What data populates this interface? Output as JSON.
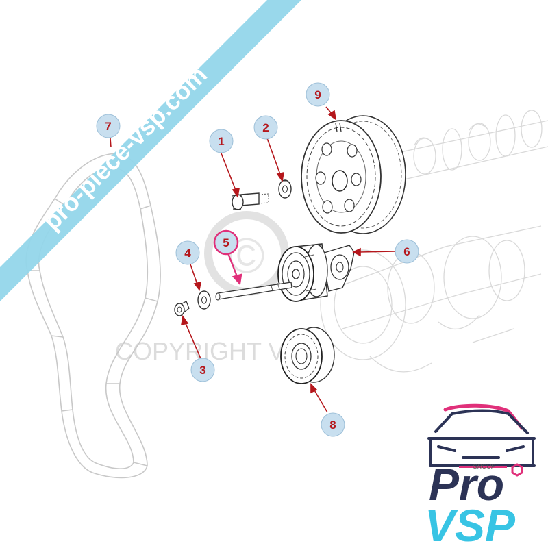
{
  "banner": {
    "text": "pro-piece-vsp.com",
    "color": "#93d6ea"
  },
  "watermark": {
    "text": "COPYRIGHT VSP",
    "symbol": "©"
  },
  "logo": {
    "group_text": "GROUP",
    "pro_text": "Pro",
    "vsp_text": "VSP",
    "colors": {
      "pink": "#e0307a",
      "navy": "#2c3356",
      "cyan": "#38c4e4"
    }
  },
  "callouts": [
    {
      "id": "1",
      "label": "1"
    },
    {
      "id": "2",
      "label": "2"
    },
    {
      "id": "3",
      "label": "3"
    },
    {
      "id": "4",
      "label": "4"
    },
    {
      "id": "5",
      "label": "5"
    },
    {
      "id": "6",
      "label": "6"
    },
    {
      "id": "7",
      "label": "7"
    },
    {
      "id": "8",
      "label": "8"
    },
    {
      "id": "9",
      "label": "9"
    }
  ],
  "parts": [
    {
      "id": "1",
      "icon": "bolt-icon"
    },
    {
      "id": "2",
      "icon": "washer-icon"
    },
    {
      "id": "3",
      "icon": "nut-icon"
    },
    {
      "id": "4",
      "icon": "washer-icon"
    },
    {
      "id": "5",
      "icon": "stud-icon"
    },
    {
      "id": "6",
      "icon": "tensioner-pulley-icon"
    },
    {
      "id": "7",
      "icon": "timing-belt-icon"
    },
    {
      "id": "8",
      "icon": "crankshaft-sprocket-icon"
    },
    {
      "id": "9",
      "icon": "camshaft-sprocket-icon"
    }
  ]
}
